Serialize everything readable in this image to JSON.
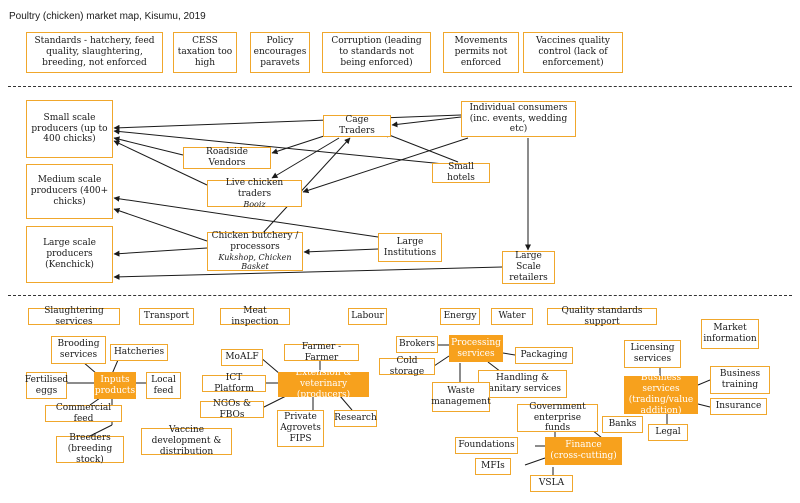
{
  "title": "Poultry (chicken) market map, Kisumu, 2019",
  "constraints": [
    {
      "id": "c1",
      "label": "Standards - hatchery, feed quality, slaughtering, breeding, not enforced"
    },
    {
      "id": "c2",
      "label": "CESS taxation too high"
    },
    {
      "id": "c3",
      "label": "Policy encourages paravets"
    },
    {
      "id": "c4",
      "label": "Corruption (leading to standards not being enforced)"
    },
    {
      "id": "c5",
      "label": "Movements permits not enforced"
    },
    {
      "id": "c6",
      "label": "Vaccines quality control (lack of enforcement)"
    }
  ],
  "chain": {
    "small_producers": "Small scale producers (up to 400 chicks)",
    "medium_producers": "Medium scale producers (400+ chicks)",
    "large_producers": "Large scale producers (Kenchick)",
    "roadside_vendors": "Roadside Vendors",
    "cage_traders": "Cage Traders",
    "live_traders": "Live chicken traders",
    "live_traders_sub": "Booiz",
    "butchery": "Chicken butchery / processors",
    "butchery_sub": "Kukshop, Chicken Basket",
    "individual_consumers": "Individual consumers (inc. events, wedding etc)",
    "small_hotels": "Small hotels",
    "large_institutions": "Large Institutions",
    "large_retailers": "Large Scale retailers"
  },
  "services": {
    "slaughtering": "Slaughtering services",
    "transport": "Transport",
    "meat_inspection": "Meat inspection",
    "labour": "Labour",
    "energy": "Energy",
    "water": "Water",
    "quality_standards": "Quality standards support",
    "market_information": "Market information",
    "brooding": "Brooding services",
    "hatcheries": "Hatcheries",
    "fertilised_eggs": "Fertilised eggs",
    "inputs": "Inputs (products)",
    "local_feed": "Local feed",
    "commercial_feed": "Commercial feed",
    "breeders": "Breeders (breeding stock)",
    "vaccine_dev": "Vaccine development & distribution",
    "moalf": "MoALF",
    "farmer_farmer": "Farmer - Farmer",
    "ict_platform": "ICT Platform",
    "extension": "Extension & veterinary (producers)",
    "ngos": "NGOs & FBOs",
    "private_agrovets": "Private Agrovets FIPS",
    "research": "Research",
    "brokers": "Brokers",
    "processing": "Processing services",
    "packaging": "Packaging",
    "cold_storage": "Cold storage",
    "handling": "Handling & sanitary services",
    "waste": "Waste management",
    "gov_funds": "Government enterprise funds",
    "banks": "Banks",
    "foundations": "Foundations",
    "finance": "Finance (cross-cutting)",
    "mfis": "MFIs",
    "vsla": "VSLA",
    "licensing": "Licensing services",
    "business_services": "Business services (trading/value addition)",
    "business_training": "Business training",
    "insurance": "Insurance",
    "legal": "Legal"
  },
  "colors": {
    "accent": "#f7a11d",
    "border": "#f0a72c",
    "line": "#1a1a1a"
  }
}
